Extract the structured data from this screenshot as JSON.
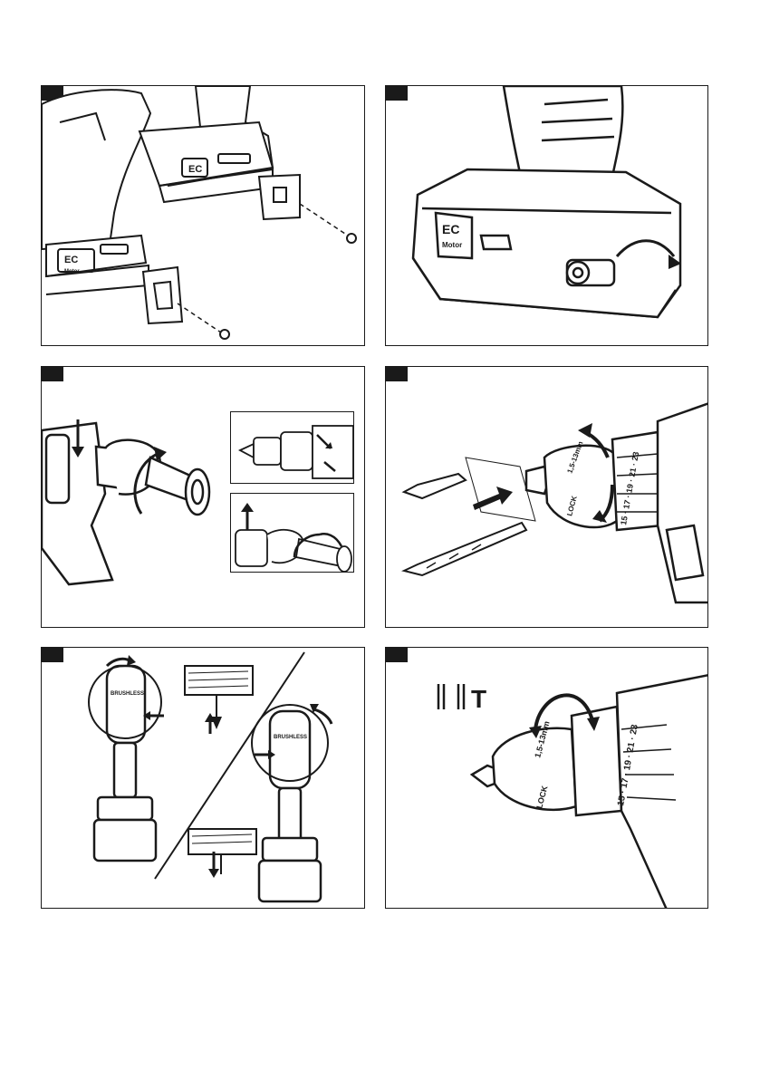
{
  "labels": {
    "ec": "EC",
    "motor": "Motor",
    "chuck_range": "1,5-13mm",
    "lock": "LOCK",
    "brushless": "BRUSHLESS",
    "torque_scale": "15 · 17 · 19 · 21 · 23",
    "hammer_icon": "T"
  }
}
